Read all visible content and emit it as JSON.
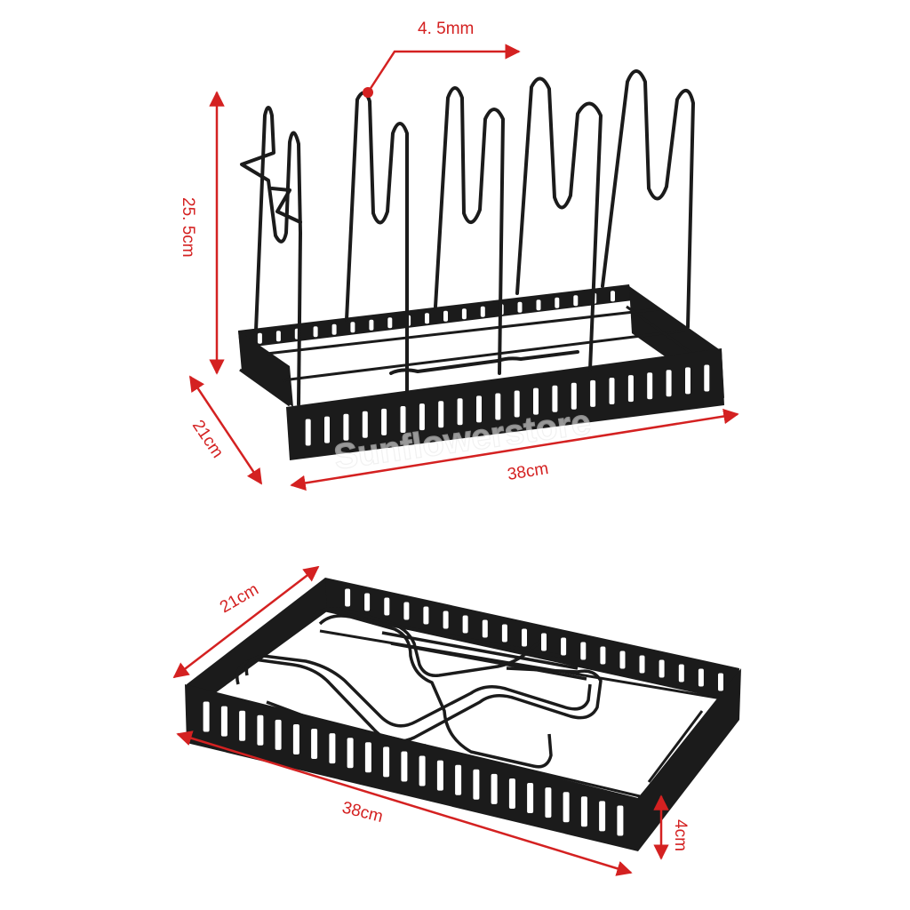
{
  "accent_color": "#d42121",
  "product_color": "#1b1b1b",
  "top_view": {
    "wire_diameter": "4. 5mm",
    "height": "25. 5cm",
    "depth": "21cm",
    "length": "38cm"
  },
  "bottom_view": {
    "depth": "21cm",
    "length": "38cm",
    "base_height": "4cm"
  },
  "watermark": "Sunflowerstore"
}
